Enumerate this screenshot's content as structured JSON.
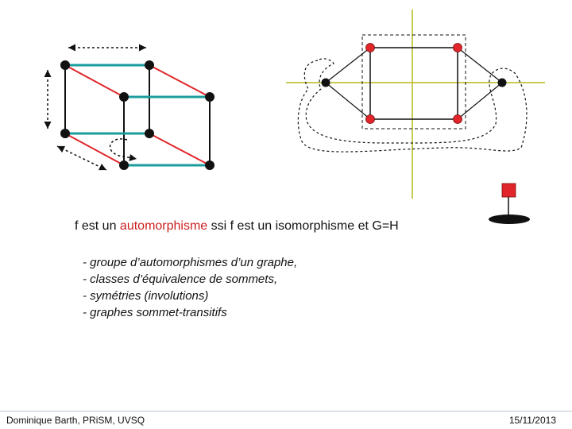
{
  "definition": {
    "before": "f est un ",
    "term": "automorphisme",
    "after": " ssi f est un isomorphisme et G=H"
  },
  "topics": [
    "- groupe d’automorphismes d’un graphe,",
    "- classes d’équivalence de sommets,",
    "- symétries (involutions)",
    "- graphes sommet-transitifs"
  ],
  "footer": {
    "author": "Dominique Barth, PRiSM, UVSQ",
    "date": "15/11/2013"
  },
  "colors": {
    "red_edge": "#e0262b",
    "teal_edge": "#1a9c9c",
    "black_vertex": "#111111",
    "red_vertex": "#e0262b",
    "axis": "#b5b81a",
    "term": "#cc1f1f"
  },
  "icons": {
    "legend_square": "red-square-icon",
    "legend_disc": "black-disc-icon"
  }
}
